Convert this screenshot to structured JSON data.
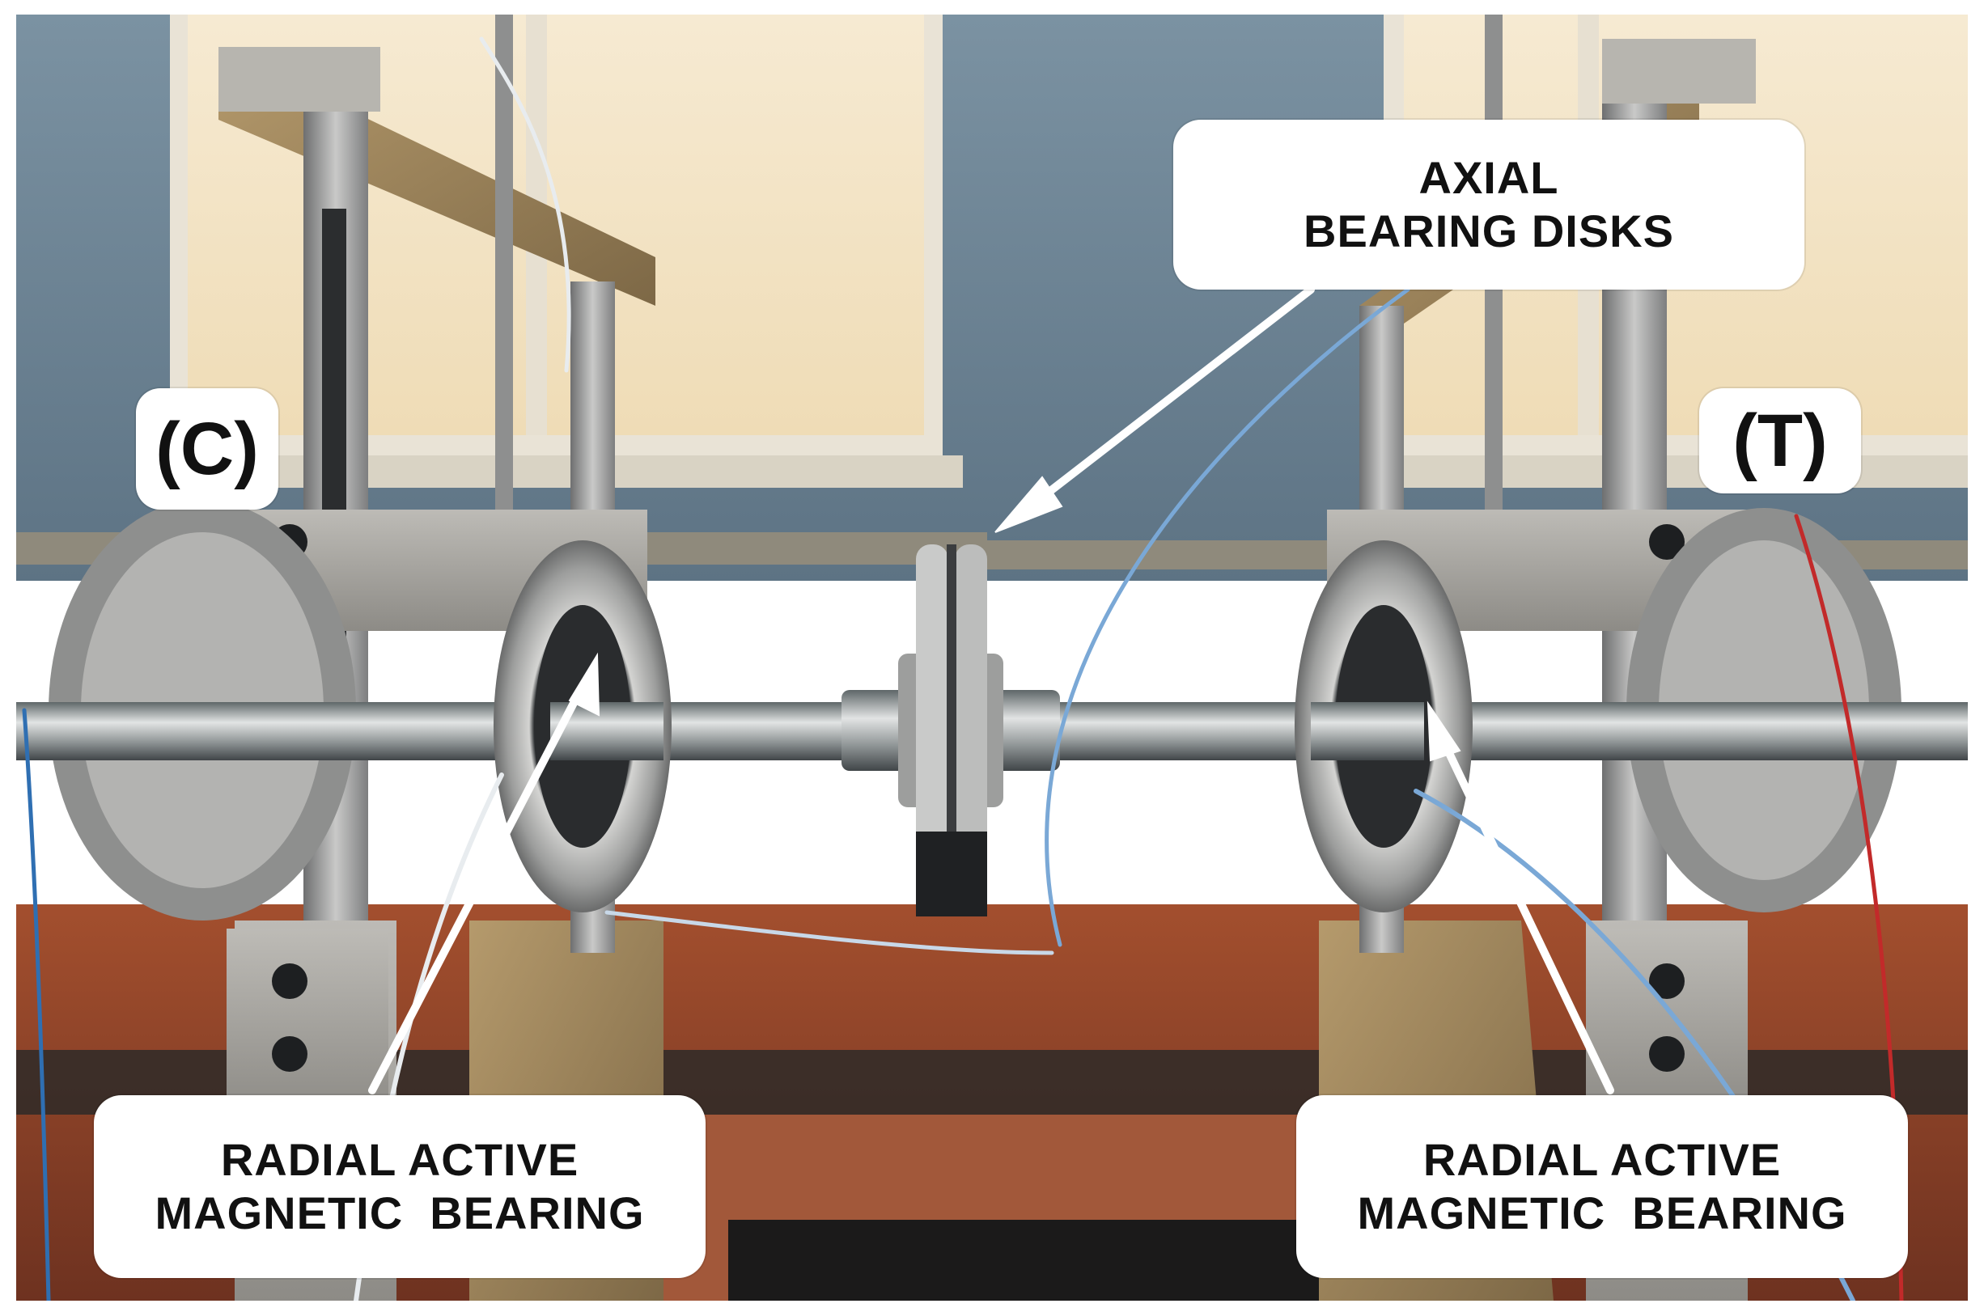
{
  "figure": {
    "labels": {
      "axial_line1": "AXIAL",
      "axial_line2": "BEARING DISKS",
      "compressor_side": "(C)",
      "turbine_side": "(T)",
      "left_bearing_line1": "RADIAL ACTIVE",
      "left_bearing_line2": "MAGNETIC  BEARING",
      "right_bearing_line1": "RADIAL ACTIVE",
      "right_bearing_line2": "MAGNETIC  BEARING"
    },
    "colors": {
      "wall": "#6f8798",
      "window_glass": "#f4e6c8",
      "table": "#9a4a2c",
      "steel": "#a7a7a6",
      "arrow": "#ffffff"
    }
  }
}
